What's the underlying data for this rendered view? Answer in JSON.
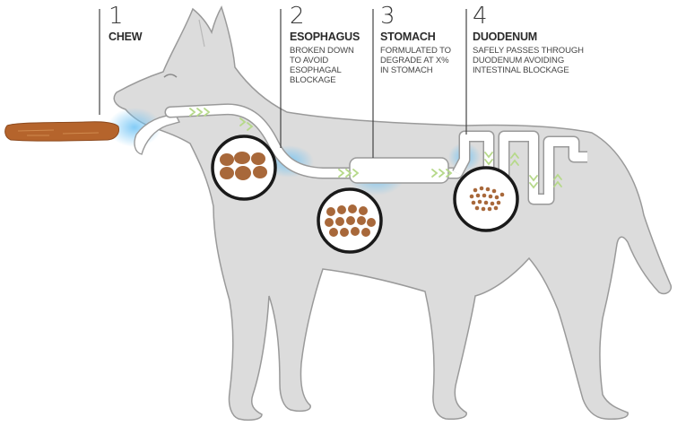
{
  "steps": [
    {
      "number": "1",
      "title": "CHEW",
      "desc": ""
    },
    {
      "number": "2",
      "title": "ESOPHAGUS",
      "desc": "BROKEN DOWN\nTO AVOID\nESOPHAGAL\nBLOCKAGE"
    },
    {
      "number": "3",
      "title": "STOMACH",
      "desc": "FORMULATED TO\nDEGRADE AT X%\nIN STOMACH"
    },
    {
      "number": "4",
      "title": "DUODENUM",
      "desc": "SAFELY PASSES THROUGH\nDUODENUM AVOIDING\nINTESTINAL BLOCKAGE"
    }
  ],
  "colors": {
    "dog_fill": "#dcdcdc",
    "dog_outline": "#9a9a9a",
    "tract_fill": "#ffffff",
    "glow": "#6ec3f5",
    "arrow": "#b6d98a",
    "chew": "#b5642c",
    "pieces": "#a8683a",
    "leader": "#444444"
  }
}
